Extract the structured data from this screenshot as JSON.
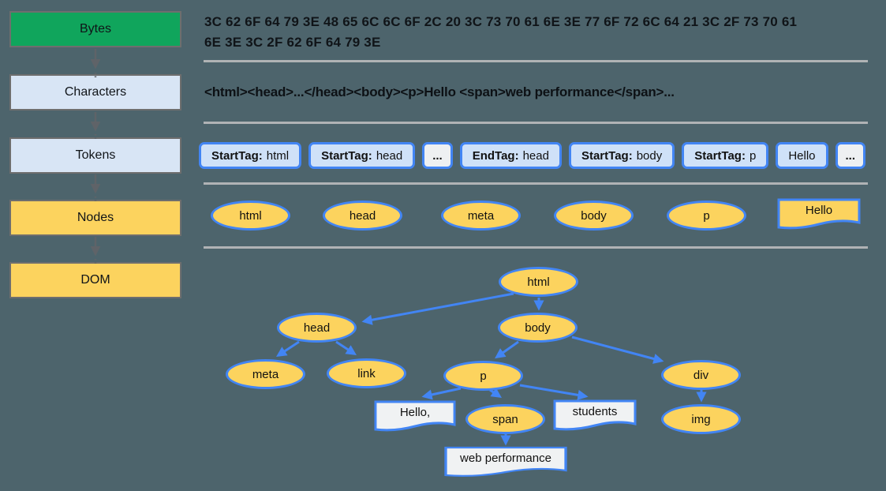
{
  "title": "Browser HTML parsing pipeline: bytes to DOM",
  "colors": {
    "background": "#4d646c",
    "green": "#10a55c",
    "light_blue_box": "#d8e5f5",
    "yellow": "#fcd35e",
    "token_fill": "#cfe1f8",
    "token_plain_fill": "#eef0f2",
    "accent_blue": "#4285f4",
    "separator_gray": "#b0b3b5",
    "stage_border_gray": "#6e6e6e",
    "arrow_gray": "#5f6368"
  },
  "pipeline": {
    "stages": [
      {
        "label": "Bytes"
      },
      {
        "label": "Characters"
      },
      {
        "label": "Tokens"
      },
      {
        "label": "Nodes"
      },
      {
        "label": "DOM"
      }
    ]
  },
  "bytes": {
    "line1": "3C 62 6F 64 79 3E 48 65 6C 6C 6F 2C 20 3C 73 70 61 6E 3E 77 6F 72 6C 64 21 3C 2F 73 70 61",
    "line2": "6E 3E 3C 2F 62 6F 64 79 3E"
  },
  "characters": {
    "text": "<html><head>...</head><body><p>Hello <span>web performance</span>..."
  },
  "tokens": {
    "items": [
      {
        "label": "StartTag:",
        "value": "html"
      },
      {
        "label": "StartTag:",
        "value": "head"
      },
      {
        "value": "..."
      },
      {
        "label": "EndTag:",
        "value": "head"
      },
      {
        "label": "StartTag:",
        "value": "body"
      },
      {
        "label": "StartTag:",
        "value": "p"
      },
      {
        "value": "Hello"
      },
      {
        "value": "..."
      }
    ]
  },
  "nodes": {
    "ellipses": [
      "html",
      "head",
      "meta",
      "body",
      "p"
    ],
    "text_node": "Hello"
  },
  "dom": {
    "elements": {
      "html": "html",
      "head": "head",
      "body": "body",
      "meta": "meta",
      "link": "link",
      "p": "p",
      "span": "span",
      "div": "div",
      "img": "img"
    },
    "text_nodes": {
      "hello": "Hello,",
      "students": "students",
      "web_performance": "web performance"
    }
  }
}
